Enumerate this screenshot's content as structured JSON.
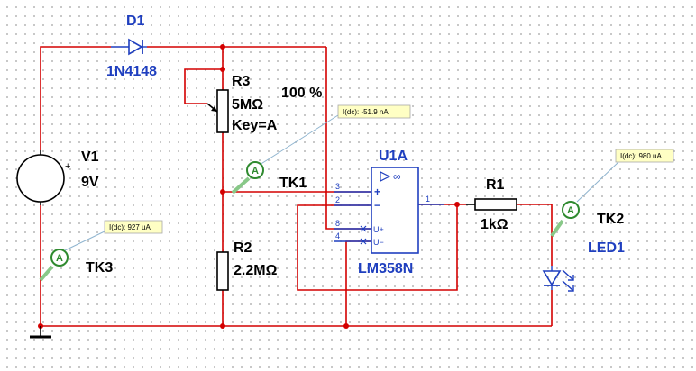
{
  "schematic": {
    "components": {
      "D1": {
        "ref": "D1",
        "model": "1N4148"
      },
      "R3": {
        "ref": "R3",
        "value": "5MΩ",
        "key": "Key=A",
        "setting": "100 %"
      },
      "V1": {
        "ref": "V1",
        "value": "9V",
        "plus": "+",
        "minus": "−"
      },
      "R2": {
        "ref": "R2",
        "value": "2.2MΩ"
      },
      "U1A": {
        "ref": "U1A",
        "model": "LM358N",
        "inf_symbol": "∞",
        "pin_plus": "+",
        "pin_minus": "−",
        "supply_plus": "U+",
        "supply_minus": "U−"
      },
      "R1": {
        "ref": "R1",
        "value": "1kΩ"
      },
      "LED1": {
        "ref": "LED1"
      }
    },
    "pins": {
      "p3": "3",
      "p2": "2",
      "p8": "8",
      "p4": "4",
      "p1": "1"
    },
    "probes": {
      "TK1": {
        "name": "TK1",
        "reading": "I(dc): -51.9 nA",
        "meter_letter": "A"
      },
      "TK2": {
        "name": "TK2",
        "reading": "I(dc): 980 uA",
        "meter_letter": "A"
      },
      "TK3": {
        "name": "TK3",
        "reading": "I(dc): 927 uA",
        "meter_letter": "A"
      }
    }
  },
  "colors": {
    "wire": "#d40000",
    "component_label": "#1f3fbf",
    "probe_box": "#ffffc4",
    "probe_meter": "#2f8a2f",
    "grid_dots": "#b9b9b9"
  }
}
